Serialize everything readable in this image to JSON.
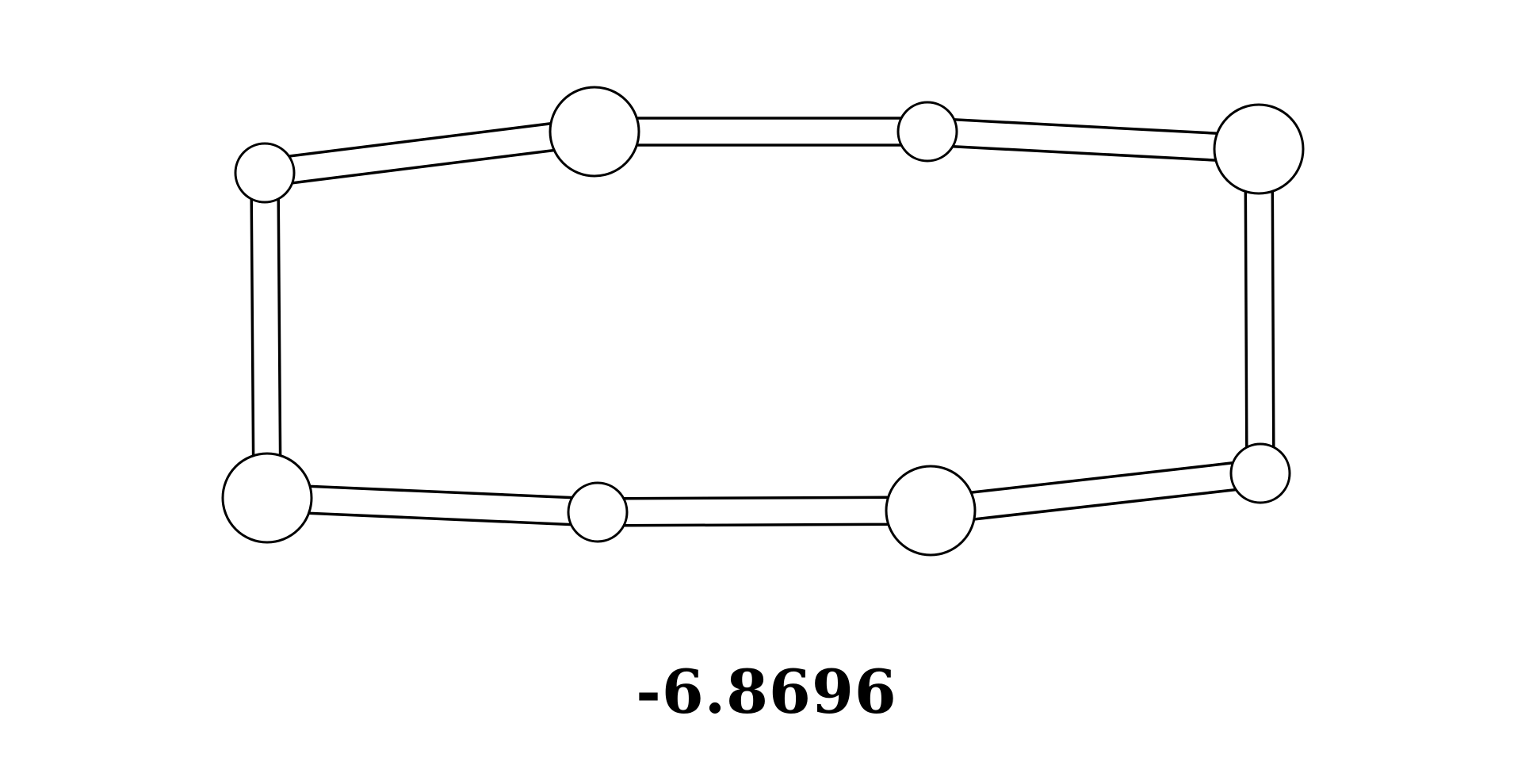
{
  "diagram": {
    "value_label": "-6.8696",
    "nodes": [
      {
        "id": "a1",
        "size": "small"
      },
      {
        "id": "a2",
        "size": "large"
      },
      {
        "id": "a3",
        "size": "small"
      },
      {
        "id": "a4",
        "size": "large"
      },
      {
        "id": "a5",
        "size": "small"
      },
      {
        "id": "a6",
        "size": "large"
      },
      {
        "id": "a7",
        "size": "small"
      },
      {
        "id": "a8",
        "size": "large"
      }
    ],
    "edges": [
      [
        "a1",
        "a2"
      ],
      [
        "a2",
        "a3"
      ],
      [
        "a3",
        "a4"
      ],
      [
        "a4",
        "a5"
      ],
      [
        "a5",
        "a6"
      ],
      [
        "a6",
        "a7"
      ],
      [
        "a7",
        "a8"
      ],
      [
        "a8",
        "a1"
      ]
    ],
    "colors": {
      "stroke": "#000000",
      "fill": "#ffffff"
    }
  }
}
